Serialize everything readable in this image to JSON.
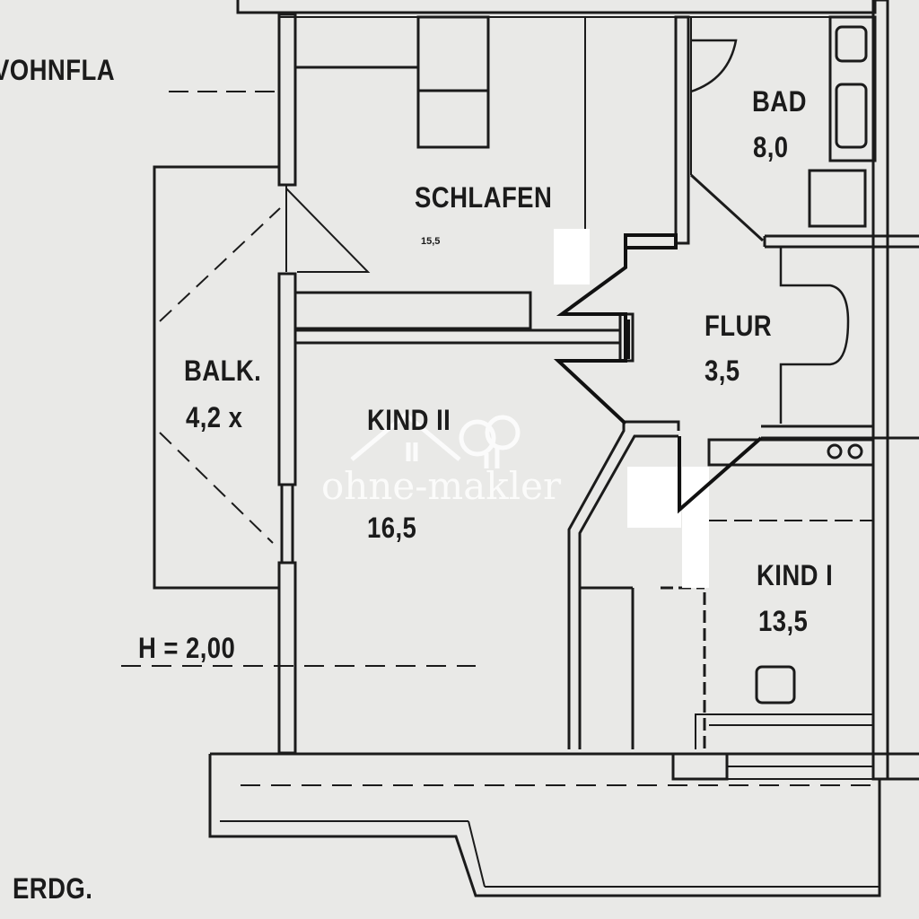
{
  "header_fragment": "VOHNFLA",
  "rooms": {
    "bad": {
      "name": "BAD",
      "area": "8,0"
    },
    "schlafen": {
      "name": "SCHLAFEN",
      "area": "15,5"
    },
    "flur": {
      "name": "FLUR",
      "area": "3,5"
    },
    "balkon": {
      "name": "BALK.",
      "area": "4,2 x"
    },
    "kind2": {
      "name": "KIND II",
      "area": "16,5"
    },
    "kind1": {
      "name": "KIND I",
      "area": "13,5"
    }
  },
  "height_note": "H = 2,00",
  "floor_label": "ERDG.",
  "watermark": {
    "text": "ohne-makler"
  },
  "colors": {
    "paper": "#e9e9e7",
    "ink": "#1b1b1b",
    "watermark": "#ffffff"
  }
}
